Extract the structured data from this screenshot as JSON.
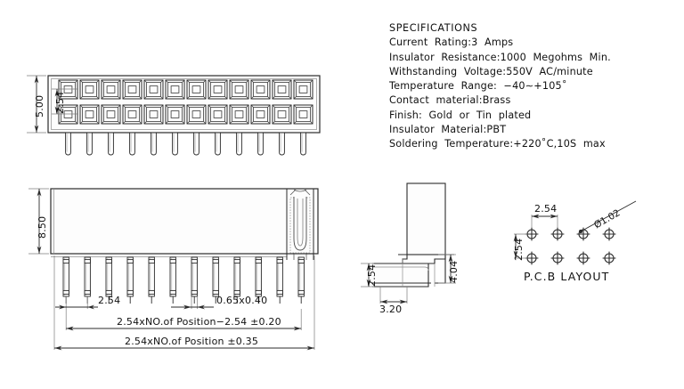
{
  "document": {
    "kind": "connector-technical-drawing",
    "background": "#ffffff",
    "line_color": "#2b2b2b",
    "fill_color": "#fbfbfb",
    "text_color": "#111111"
  },
  "specifications": {
    "heading": "SPECIFICATIONS",
    "lines": [
      "Current  Rating:3  Amps",
      "Insulator  Resistance:1000  Megohms  Min.",
      "Withstanding  Voltage:550V  AC/minute",
      "Temperature  Range:  −40∼+105˚",
      "Contact  material:Brass",
      "Finish:  Gold  or  Tin  plated",
      "Insulator  Material:PBT",
      "Soldering  Temperature:+220˚C,10S  max"
    ]
  },
  "top_view": {
    "name": "top-view",
    "positions": 12,
    "rows": 2,
    "dimensions": {
      "body_width": "5.00",
      "row_pitch": "2.54"
    }
  },
  "front_view": {
    "name": "front-view",
    "positions": 12,
    "dimensions": {
      "body_height": "8.50",
      "pin_pitch": "2.54",
      "pin_section": "0.65x0.40",
      "inner_span": "2.54xNO.of  Position−2.54  ±0.20",
      "overall_span": "2.54xNO.of  Position  ±0.35"
    }
  },
  "side_view": {
    "name": "side-view",
    "dimensions": {
      "tail_height": "2.54",
      "base_width": "3.20",
      "body_offset": "4.04"
    }
  },
  "pcb_layout": {
    "title": "P.C.B  LAYOUT",
    "columns": 4,
    "rows": 2,
    "dimensions": {
      "pitch_x": "2.54",
      "pitch_y": "2.54",
      "hole_diameter": "Ø1.02"
    }
  }
}
